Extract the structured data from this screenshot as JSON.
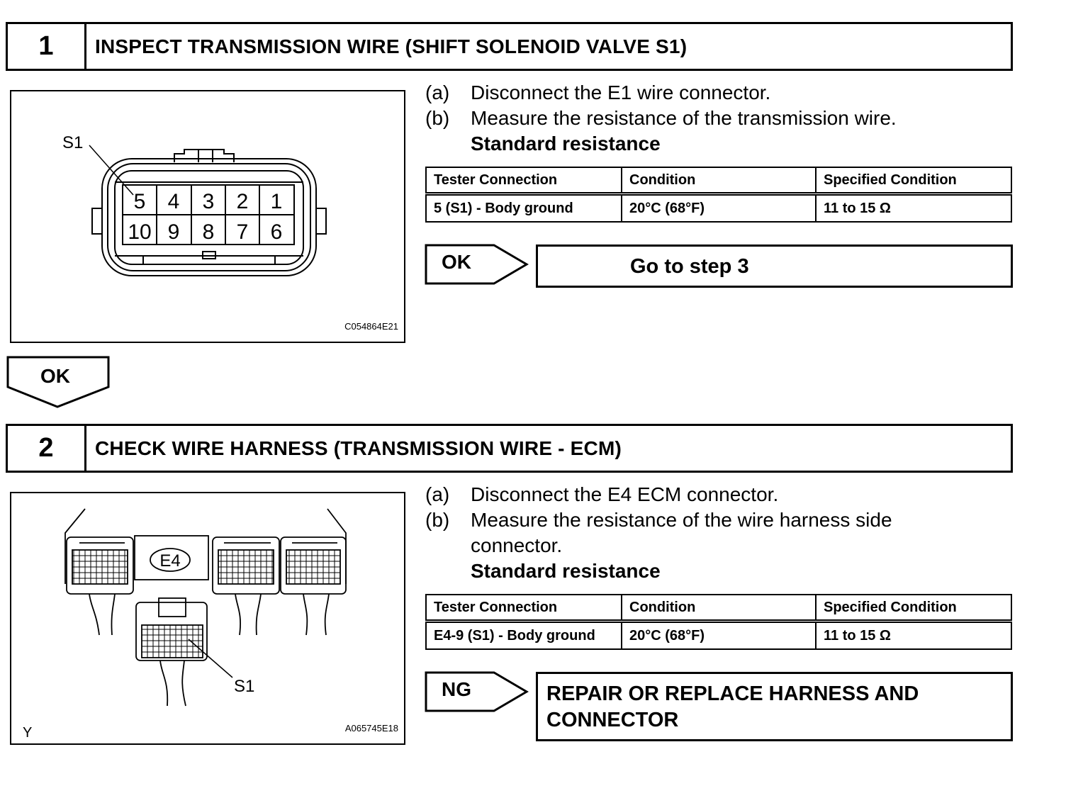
{
  "steps": [
    {
      "number": "1",
      "title": "INSPECT TRANSMISSION WIRE (SHIFT SOLENOID VALVE S1)",
      "figure": {
        "callout": "S1",
        "pins_top": [
          "5",
          "4",
          "3",
          "2",
          "1"
        ],
        "pins_bottom": [
          "10",
          "9",
          "8",
          "7",
          "6"
        ],
        "code": "C054864E21"
      },
      "instructions": [
        {
          "label": "(a)",
          "text": "Disconnect the E1 wire connector."
        },
        {
          "label": "(b)",
          "text": "Measure the resistance of the transmission wire."
        }
      ],
      "standard_label": "Standard resistance",
      "table": {
        "headers": [
          "Tester Connection",
          "Condition",
          "Specified Condition"
        ],
        "row": [
          "5 (S1) - Body ground",
          "20°C (68°F)",
          "11 to 15 Ω"
        ]
      },
      "result_tag": "OK",
      "result_text": "Go to step 3"
    },
    {
      "number": "2",
      "title": "CHECK WIRE HARNESS (TRANSMISSION WIRE - ECM)",
      "figure": {
        "connector_label": "E4",
        "callout": "S1",
        "corner_letter": "Y",
        "code": "A065745E18"
      },
      "instructions": [
        {
          "label": "(a)",
          "text": "Disconnect the E4 ECM connector."
        },
        {
          "label": "(b)",
          "text": "Measure the resistance of the wire harness side connector."
        }
      ],
      "standard_label": "Standard resistance",
      "table": {
        "headers": [
          "Tester Connection",
          "Condition",
          "Specified Condition"
        ],
        "row": [
          "E4-9 (S1) - Body ground",
          "20°C (68°F)",
          "11 to 15 Ω"
        ]
      },
      "result_tag": "NG",
      "result_text_line1": "REPAIR OR REPLACE HARNESS AND",
      "result_text_line2": "CONNECTOR"
    }
  ],
  "flow_tag": "OK"
}
